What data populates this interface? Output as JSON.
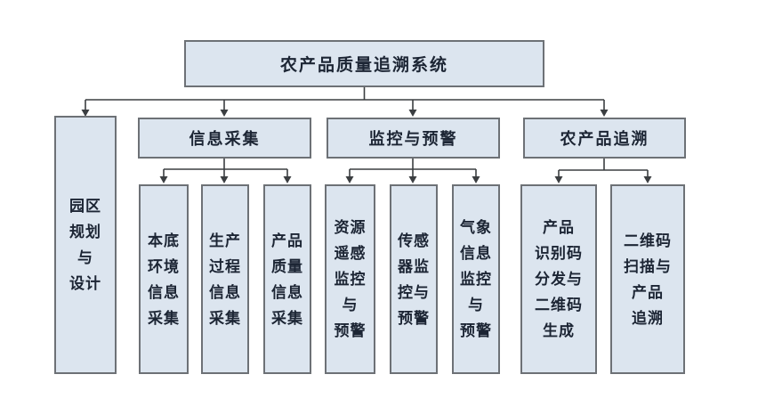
{
  "colors": {
    "background": "#ffffff",
    "box_fill": "#dce5ef",
    "box_border": "#6d7176",
    "connector_line": "#3b3e41",
    "text": "#1c2534"
  },
  "diagram": {
    "root": {
      "label": "农产品质量追溯系统"
    },
    "level2": [
      {
        "id": "park-planning",
        "label": "园区\n规划\n与\n设计",
        "children": []
      },
      {
        "id": "info-collection",
        "label": "信息采集",
        "children": [
          {
            "id": "base-env-info",
            "label": "本底\n环境\n信息\n采集"
          },
          {
            "id": "production-process-info",
            "label": "生产\n过程\n信息\n采集"
          },
          {
            "id": "product-quality-info",
            "label": "产品\n质量\n信息\n采集"
          }
        ]
      },
      {
        "id": "monitoring-warning",
        "label": "监控与预警",
        "children": [
          {
            "id": "remote-sensing",
            "label": "资源\n遥感\n监控\n与\n预警"
          },
          {
            "id": "sensor-monitoring",
            "label": "传感\n器监\n控与\n预警"
          },
          {
            "id": "weather-monitoring",
            "label": "气象\n信息\n监控\n与\n预警"
          }
        ]
      },
      {
        "id": "product-traceability",
        "label": "农产品追溯",
        "children": [
          {
            "id": "id-code-qr-generation",
            "label": "产品\n识别码\n分发与\n二维码\n生成"
          },
          {
            "id": "qr-scan-trace",
            "label": "二维码\n扫描与\n产品\n追溯"
          }
        ]
      }
    ]
  }
}
